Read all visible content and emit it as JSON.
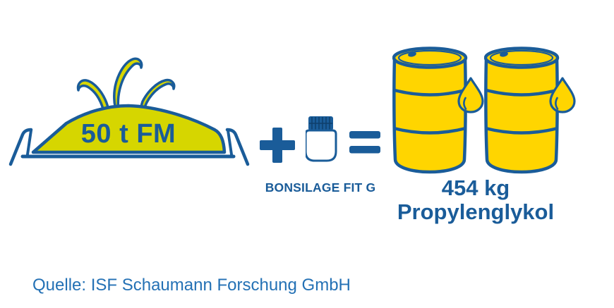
{
  "diagram": {
    "silage_pile": {
      "label": "50 t FM"
    },
    "plus_symbol": "+",
    "additive": {
      "name": "BONSILAGE FIT G"
    },
    "equals_symbol": "=",
    "result": {
      "amount": "454 kg",
      "substance": "Propylenglykol"
    }
  },
  "source": "Quelle: ISF Schaumann Forschung GmbH",
  "colors": {
    "outline_blue": "#1A5C99",
    "barrel_yellow": "#FFD500",
    "silage_green": "#D6D600",
    "source_text_blue": "#2471B5",
    "jar_body_white": "#FFFFFF"
  }
}
